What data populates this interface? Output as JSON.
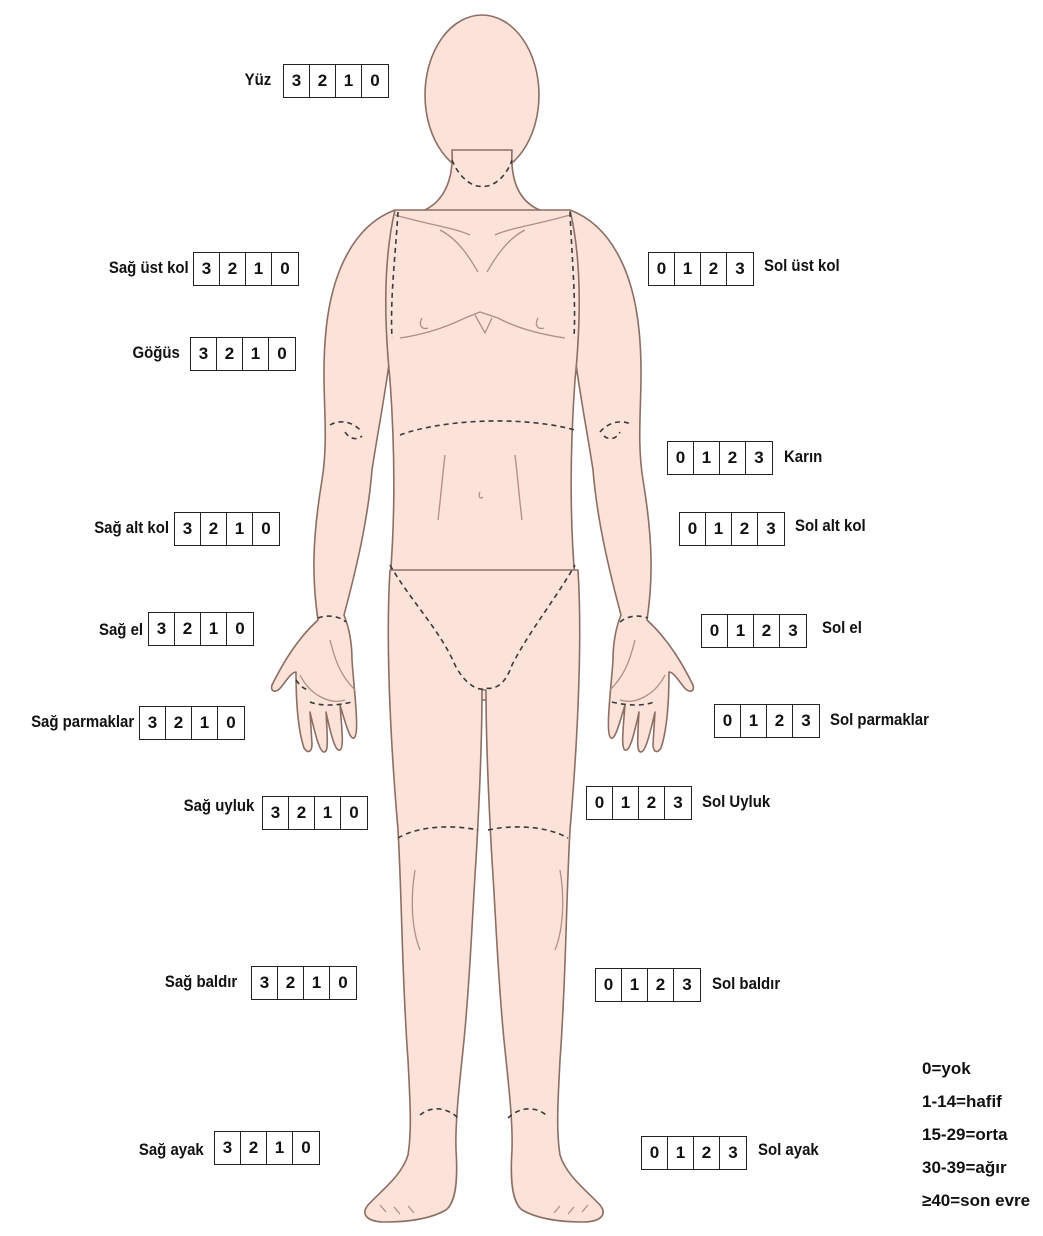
{
  "regions": [
    {
      "key": "yuz",
      "label": "Yüz",
      "values": [
        "3",
        "2",
        "1",
        "0"
      ]
    },
    {
      "key": "sag-ust-kol",
      "label": "Sağ üst kol",
      "values": [
        "3",
        "2",
        "1",
        "0"
      ]
    },
    {
      "key": "gogus",
      "label": "Göğüs",
      "values": [
        "3",
        "2",
        "1",
        "0"
      ]
    },
    {
      "key": "sag-alt-kol",
      "label": "Sağ alt kol",
      "values": [
        "3",
        "2",
        "1",
        "0"
      ]
    },
    {
      "key": "sag-el",
      "label": "Sağ el",
      "values": [
        "3",
        "2",
        "1",
        "0"
      ]
    },
    {
      "key": "sag-parmaklar",
      "label": "Sağ parmaklar",
      "values": [
        "3",
        "2",
        "1",
        "0"
      ]
    },
    {
      "key": "sag-uyluk",
      "label": "Sağ uyluk",
      "values": [
        "3",
        "2",
        "1",
        "0"
      ]
    },
    {
      "key": "sag-baldir",
      "label": "Sağ baldır",
      "values": [
        "3",
        "2",
        "1",
        "0"
      ]
    },
    {
      "key": "sag-ayak",
      "label": "Sağ ayak",
      "values": [
        "3",
        "2",
        "1",
        "0"
      ]
    },
    {
      "key": "sol-ust-kol",
      "label": "Sol üst kol",
      "values": [
        "0",
        "1",
        "2",
        "3"
      ]
    },
    {
      "key": "karin",
      "label": "Karın",
      "values": [
        "0",
        "1",
        "2",
        "3"
      ]
    },
    {
      "key": "sol-alt-kol",
      "label": "Sol alt kol",
      "values": [
        "0",
        "1",
        "2",
        "3"
      ]
    },
    {
      "key": "sol-el",
      "label": "Sol el",
      "values": [
        "0",
        "1",
        "2",
        "3"
      ]
    },
    {
      "key": "sol-parmaklar",
      "label": "Sol parmaklar",
      "values": [
        "0",
        "1",
        "2",
        "3"
      ]
    },
    {
      "key": "sol-uyluk",
      "label": "Sol Uyluk",
      "values": [
        "0",
        "1",
        "2",
        "3"
      ]
    },
    {
      "key": "sol-baldir",
      "label": "Sol baldır",
      "values": [
        "0",
        "1",
        "2",
        "3"
      ]
    },
    {
      "key": "sol-ayak",
      "label": "Sol ayak",
      "values": [
        "0",
        "1",
        "2",
        "3"
      ]
    }
  ],
  "legend": [
    "0=yok",
    "1-14=hafif",
    "15-29=orta",
    "30-39=ağır",
    "≥40=son evre"
  ],
  "colors": {
    "skin": "#fbe3da",
    "outline": "#8c6e65",
    "dashed": "#3a3a3a"
  }
}
